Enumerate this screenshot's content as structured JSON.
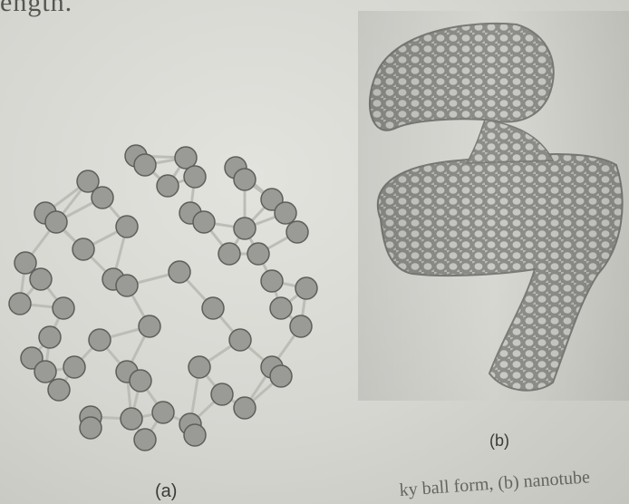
{
  "page": {
    "top_text": "ength.",
    "ghost_lines": [
      "",
      ""
    ]
  },
  "figure_a": {
    "label": "(a)"
  },
  "figure_b": {
    "label": "(b)"
  },
  "caption": {
    "text": "ky ball form, (b) nanotube"
  },
  "colors": {
    "paper": "#d9d9d4",
    "atom_fill": "#9a9a96",
    "bond": "#bdbdb8",
    "tube": "#8f8f8b"
  }
}
